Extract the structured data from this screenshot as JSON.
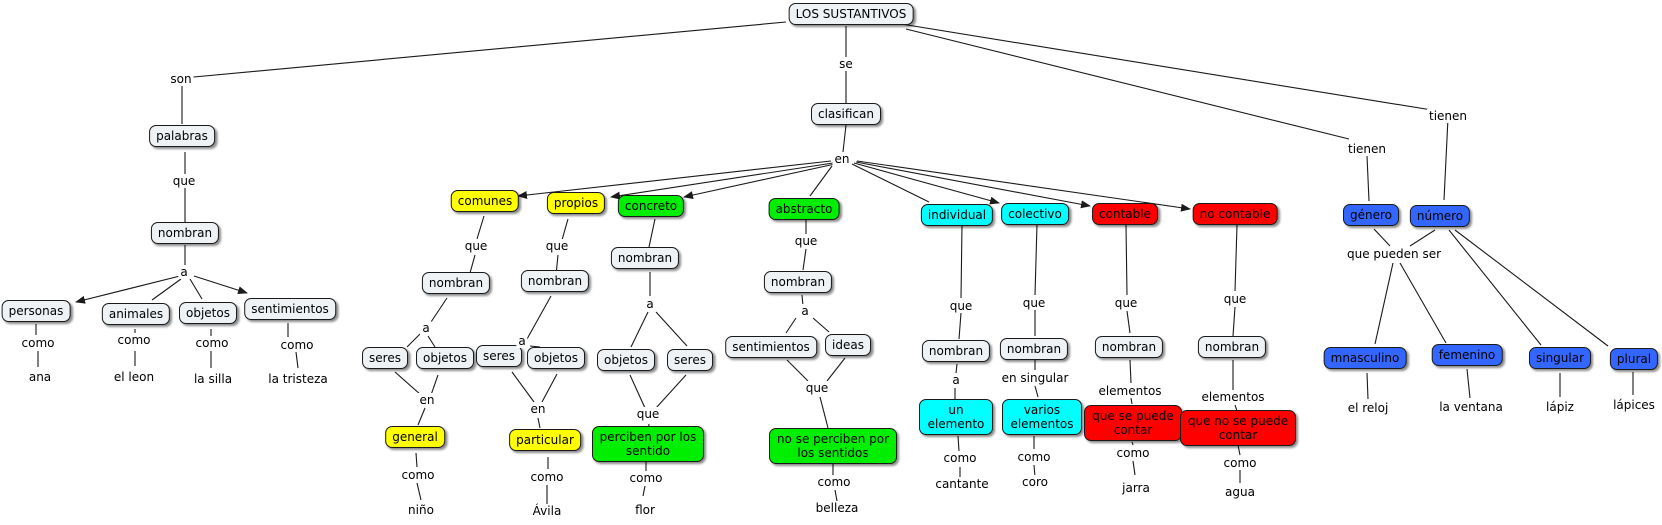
{
  "title": "LOS SUSTANTIVOS",
  "nodes": {
    "palabras": "palabras",
    "nombran_main": "nombran",
    "personas": "personas",
    "animales": "animales",
    "objetos_left": "objetos",
    "sentimientos_left": "sentimientos",
    "clasifican": "clasifican",
    "comunes": "comunes",
    "propios": "propios",
    "concreto": "concreto",
    "abstracto": "abstracto",
    "individual": "individual",
    "colectivo": "colectivo",
    "contable": "contable",
    "no_contable": "no contable",
    "nombran_comunes": "nombran",
    "seres_comunes": "seres",
    "objetos_comunes": "objetos",
    "general": "general",
    "nombran_propios": "nombran",
    "seres_propios": "seres",
    "objetos_propios": "objetos",
    "particular": "particular",
    "nombran_concreto": "nombran",
    "objetos_concreto": "objetos",
    "seres_concreto": "seres",
    "perciben": "perciben por los sentido",
    "nombran_abstracto": "nombran",
    "sentimientos_abs": "sentimientos",
    "ideas": "ideas",
    "no_perciben": "no se perciben por los sentidos",
    "nombran_individual": "nombran",
    "un_elemento": "un elemento",
    "nombran_colectivo": "nombran",
    "varios_elementos": "varios elementos",
    "nombran_contable": "nombran",
    "que_se_puede": "que se puede contar",
    "nombran_nocontable": "nombran",
    "que_no_se_puede": "que no se puede contar",
    "genero": "género",
    "numero": "número",
    "masculino": "mnasculino",
    "femenino": "femenino",
    "singular": "singular",
    "plural": "plural"
  },
  "links": {
    "son": "son",
    "se": "se",
    "en_main": "en",
    "que_palabras": "que",
    "a_main": "a",
    "como_personas": "como",
    "ana": "ana",
    "como_animales": "como",
    "el_leon": "el leon",
    "como_objetos": "como",
    "la_silla": "la silla",
    "como_sentimientos": "como",
    "la_tristeza": "la tristeza",
    "que_comunes": "que",
    "a_comunes": "a",
    "en_comunes": "en",
    "como_general": "como",
    "nino": "niño",
    "que_propios": "que",
    "a_propios": "a",
    "en_propios": "en",
    "como_particular": "como",
    "avila": "Ávila",
    "a_concreto": "a",
    "que_concreto": "que",
    "como_perciben": "como",
    "flor": "flor",
    "que_abstracto": "que",
    "a_abstracto": "a",
    "que_abs2": "que",
    "como_noperciben": "como",
    "belleza": "belleza",
    "que_individual": "que",
    "a_individual": "a",
    "como_un": "como",
    "cantante": "cantante",
    "que_colectivo": "que",
    "en_singular": "en singular",
    "como_varios": "como",
    "coro": "coro",
    "que_contable": "que",
    "elementos_contable": "elementos",
    "como_contable": "como",
    "jarra": "jarra",
    "que_nocontable": "que",
    "elementos_nocontable": "elementos",
    "como_nocontable": "como",
    "agua": "agua",
    "tienen_genero": "tienen",
    "tienen_numero": "tienen",
    "que_pueden_ser": "que pueden ser",
    "el_reloj": "el reloj",
    "la_ventana": "la ventana",
    "lapiz": "lápiz",
    "lapices": "lápices"
  },
  "colors": {
    "neutral": "#eef2f5",
    "yellow": "#ffff00",
    "green": "#00ef00",
    "cyan": "#00ffff",
    "red": "#ff0000",
    "blue": "#3366ff",
    "line": "#1a1a1a"
  }
}
